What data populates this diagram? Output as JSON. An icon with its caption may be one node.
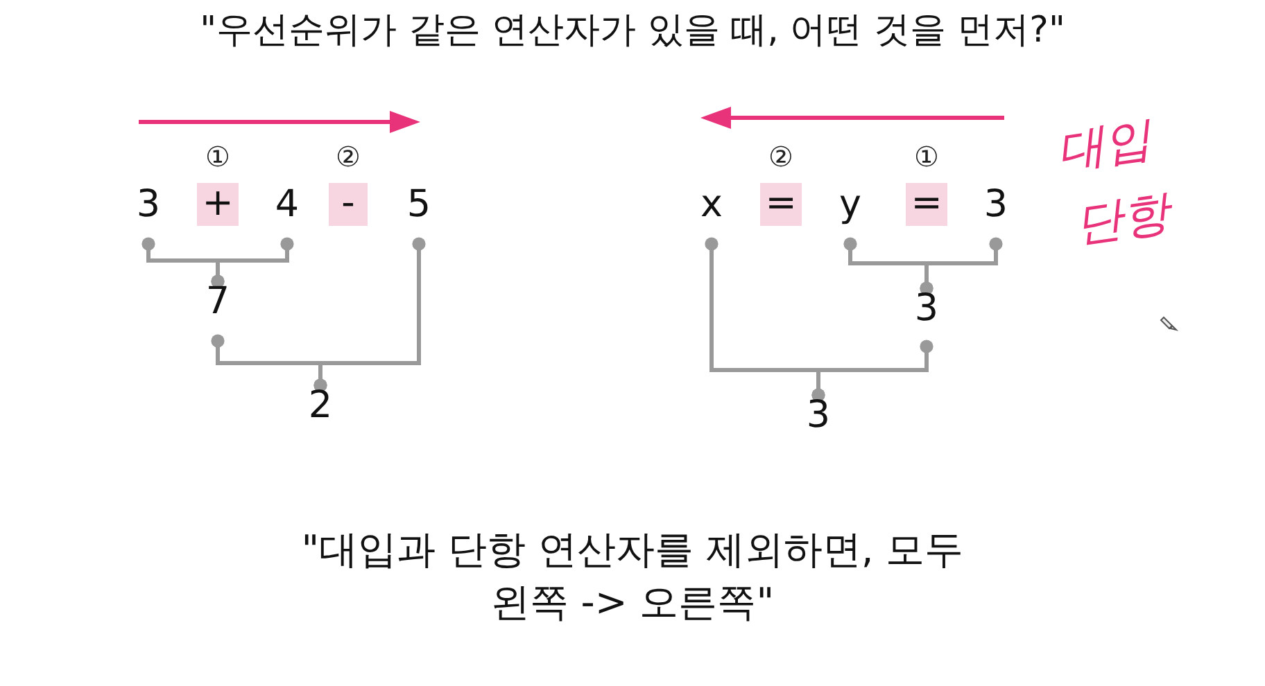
{
  "diagram": {
    "title": "\"우선순위가 같은 연산자가 있을 때, 어떤 것을 먼저?\"",
    "caption": "\"대입과 단항 연산자를 제외하면, 모두 왼쪽 -> 오른쪽\"",
    "nodes": [
      {
        "text": [
          "3"
        ]
      },
      {
        "text": [
          "+"
        ],
        "beside": [
          "①"
        ]
      },
      {
        "text": [
          "4"
        ]
      },
      {
        "text": [
          "-"
        ],
        "beside": [
          "②"
        ]
      },
      {
        "text": [
          "5"
        ]
      },
      {
        "text": [
          "7"
        ]
      },
      {
        "text": [
          "2"
        ]
      },
      {
        "text": [
          "x"
        ]
      },
      {
        "text": [
          "="
        ],
        "beside": [
          "②"
        ]
      },
      {
        "text": [
          "y"
        ]
      },
      {
        "text": [
          "="
        ],
        "beside": [
          "①"
        ]
      },
      {
        "text": [
          "3"
        ]
      },
      {
        "text": [
          "3"
        ]
      },
      {
        "text": [
          "3"
        ]
      }
    ],
    "edges": [
      {
        "from": 0,
        "to": 5,
        "arrow": "other"
      },
      {
        "from": 2,
        "to": 5,
        "arrow": "other"
      },
      {
        "from": 5,
        "to": 6,
        "arrow": "other"
      },
      {
        "from": 4,
        "to": 6,
        "arrow": "other"
      },
      {
        "from": 9,
        "to": 12,
        "arrow": "other"
      },
      {
        "from": 11,
        "to": 12,
        "arrow": "other"
      },
      {
        "from": 7,
        "to": 13,
        "arrow": "other"
      },
      {
        "from": 12,
        "to": 13,
        "arrow": "other"
      }
    ],
    "labels": [
      "대입",
      "단항"
    ]
  }
}
